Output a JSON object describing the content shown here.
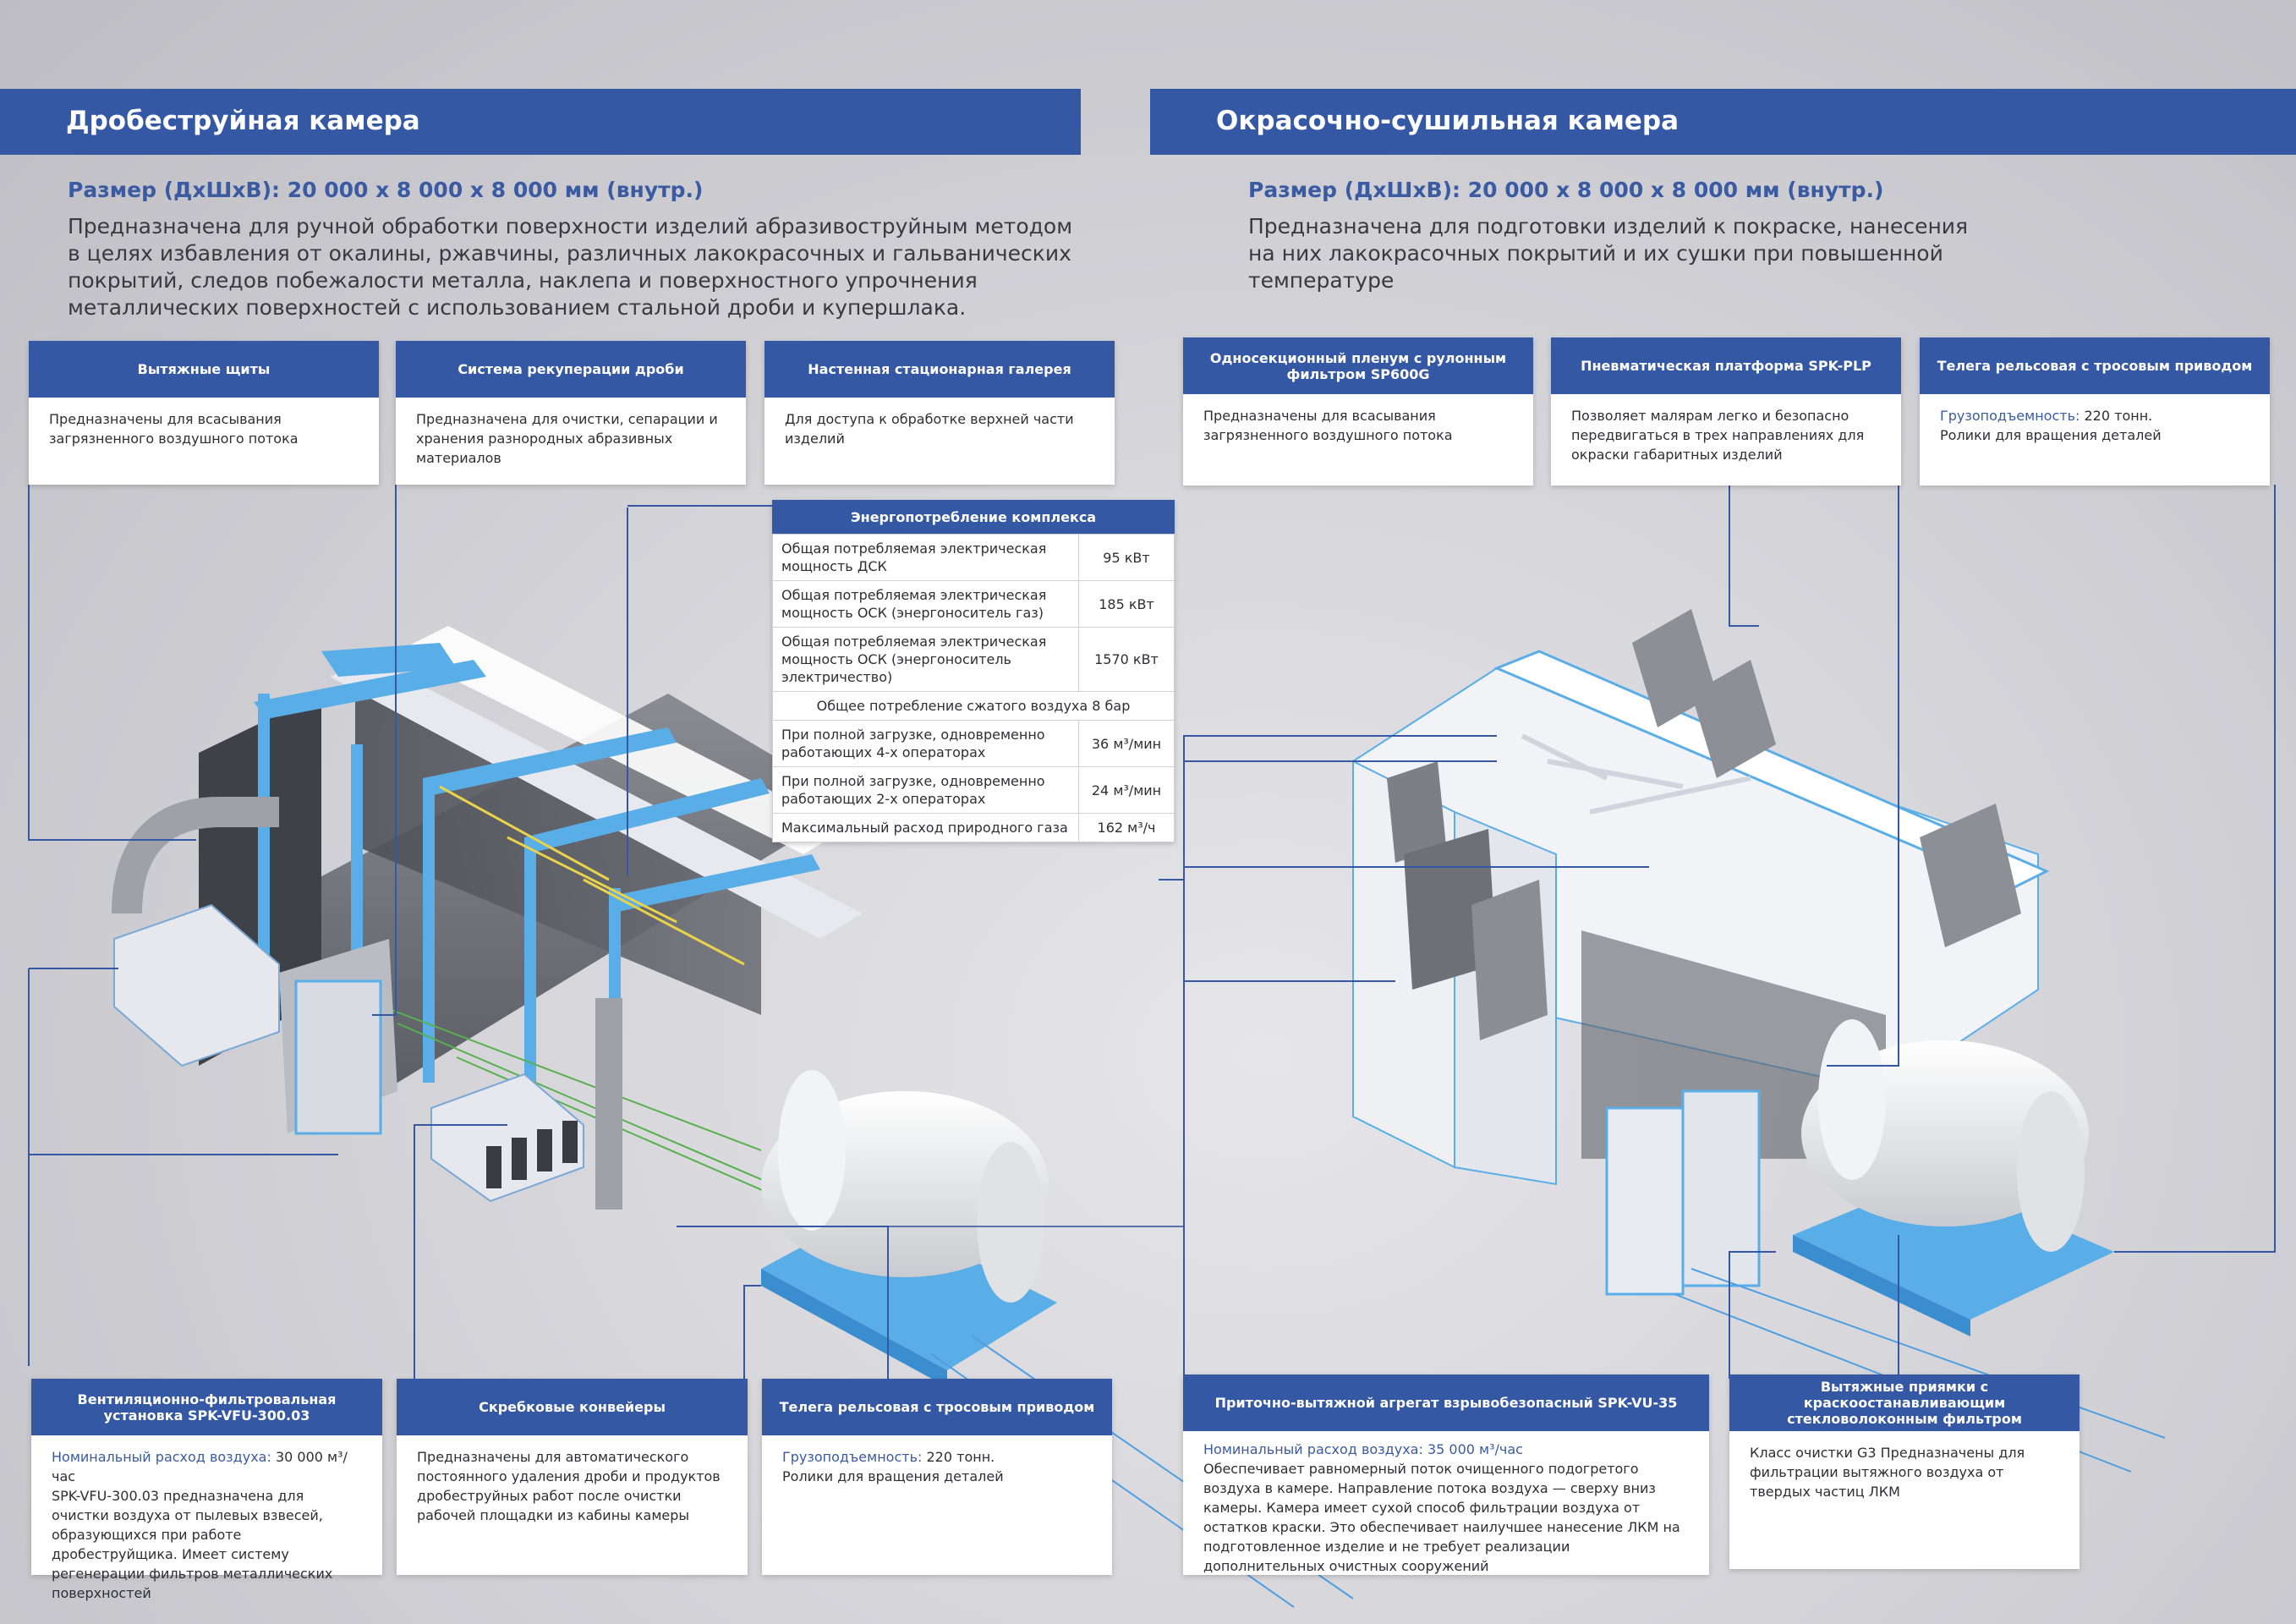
{
  "left": {
    "title": "Дробеструйная камера",
    "size": "Размер (ДхШхВ): 20 000 х 8 000 х 8 000 мм (внутр.)",
    "description": [
      "Предназначена для ручной обработки поверхности изделий абразивоструйным методом",
      "в целях избавления от окалины, ржавчины, различных лакокрасочных и гальванических",
      "покрытий, следов побежалости металла, наклепа и поверхностного упрочнения",
      "металлических поверхностей с использованием стальной дроби и купершлака."
    ],
    "cards_top": [
      {
        "title": "Вытяжные щиты",
        "body": "Предназначены для всасывания загрязненного воздушного потока"
      },
      {
        "title": "Система рекуперации дроби",
        "body": "Предназначена для очистки, сепарации и хранения разнородных абразивных материалов"
      },
      {
        "title": "Настенная стационарная галерея",
        "body": "Для доступа к обработке верхней части изделий"
      }
    ],
    "cards_bottom": [
      {
        "title": "Вентиляционно-фильтровальная установка SPK-VFU-300.03",
        "highlight": "Номинальный расход воздуха:",
        "highlight_value": " 30 000 м³/час",
        "body": "SPK-VFU-300.03 предназначена для очистки воздуха от пылевых взвесей, образующихся при работе дробеструйщика. Имеет систему регенерации фильтров металлических поверхностей"
      },
      {
        "title": "Скребковые конвейеры",
        "body": "Предназначены для автоматического постоянного удаления дроби и продуктов дробеструйных работ после очистки рабочей площадки из кабины камеры"
      },
      {
        "title": "Телега рельсовая с тросовым приводом",
        "highlight": "Грузоподъемность:",
        "highlight_value": " 220 тонн.",
        "body": "Ролики для вращения деталей"
      }
    ]
  },
  "energy": {
    "title": "Энергопотребление комплекса",
    "rows": [
      {
        "label": "Общая потребляемая электрическая мощность ДСК",
        "value": "95 кВт"
      },
      {
        "label": "Общая потребляемая электрическая мощность ОСК (энергоноситель газ)",
        "value": "185 кВт"
      },
      {
        "label": "Общая потребляемая электрическая мощность ОСК (энергоноситель электричество)",
        "value": "1570 кВт"
      },
      {
        "full": "Общее потребление сжатого воздуха 8 бар"
      },
      {
        "label": "При полной загрузке, одновременно работающих 4-х операторах",
        "value": "36 м³/мин"
      },
      {
        "label": "При полной загрузке, одновременно работающих 2-х операторах",
        "value": "24 м³/мин"
      },
      {
        "label": "Максимальный расход природного газа",
        "value": "162 м³/ч"
      }
    ]
  },
  "right": {
    "title": "Окрасочно-сушильная камера",
    "size": "Размер (ДхШхВ): 20 000 х 8 000 х 8 000 мм (внутр.)",
    "description": [
      "Предназначена для подготовки изделий к покраске, нанесения",
      "на них лакокрасочных покрытий и их сушки при повышенной",
      "температуре"
    ],
    "cards_top": [
      {
        "title": "Односекционный пленум с рулонным фильтром SP600G",
        "body": "Предназначены для всасывания загрязненного воздушного потока"
      },
      {
        "title": "Пневматическая платформа SPK-PLP",
        "body": "Позволяет малярам легко и безопасно передвигаться в трех направлениях для окраски габаритных изделий"
      },
      {
        "title": "Телега рельсовая с тросовым приводом",
        "highlight": "Грузоподъемность:",
        "highlight_value": " 220 тонн.",
        "body": "Ролики для вращения деталей"
      }
    ],
    "cards_bottom": [
      {
        "title": "Приточно-вытяжной агрегат взрывобезопасный SPK-VU-35",
        "highlight": "Номинальный расход воздуха: 35 000 м³/час",
        "highlight_value": "",
        "body": "Обеспечивает равномерный поток очищенного подогретого воздуха в камере. Направление потока воздуха — сверху вниз камеры. Камера имеет сухой способ фильтрации воздуха от остатков краски. Это обеспечивает наилучшее нанесение ЛКМ на подготовленное изделие и не требует реализации дополнительных очистных сооружений"
      },
      {
        "title": "Вытяжные приямки с краскоостанавливающим стекловолоконным фильтром",
        "body": "Класс очистки G3 Предназначены для фильтрации вытяжного воздуха от твердых частиц ЛКМ"
      }
    ]
  },
  "colors": {
    "brand_blue": "#3558a4",
    "accent_light_blue": "#5aaee8",
    "background": "#d4d4d9"
  }
}
